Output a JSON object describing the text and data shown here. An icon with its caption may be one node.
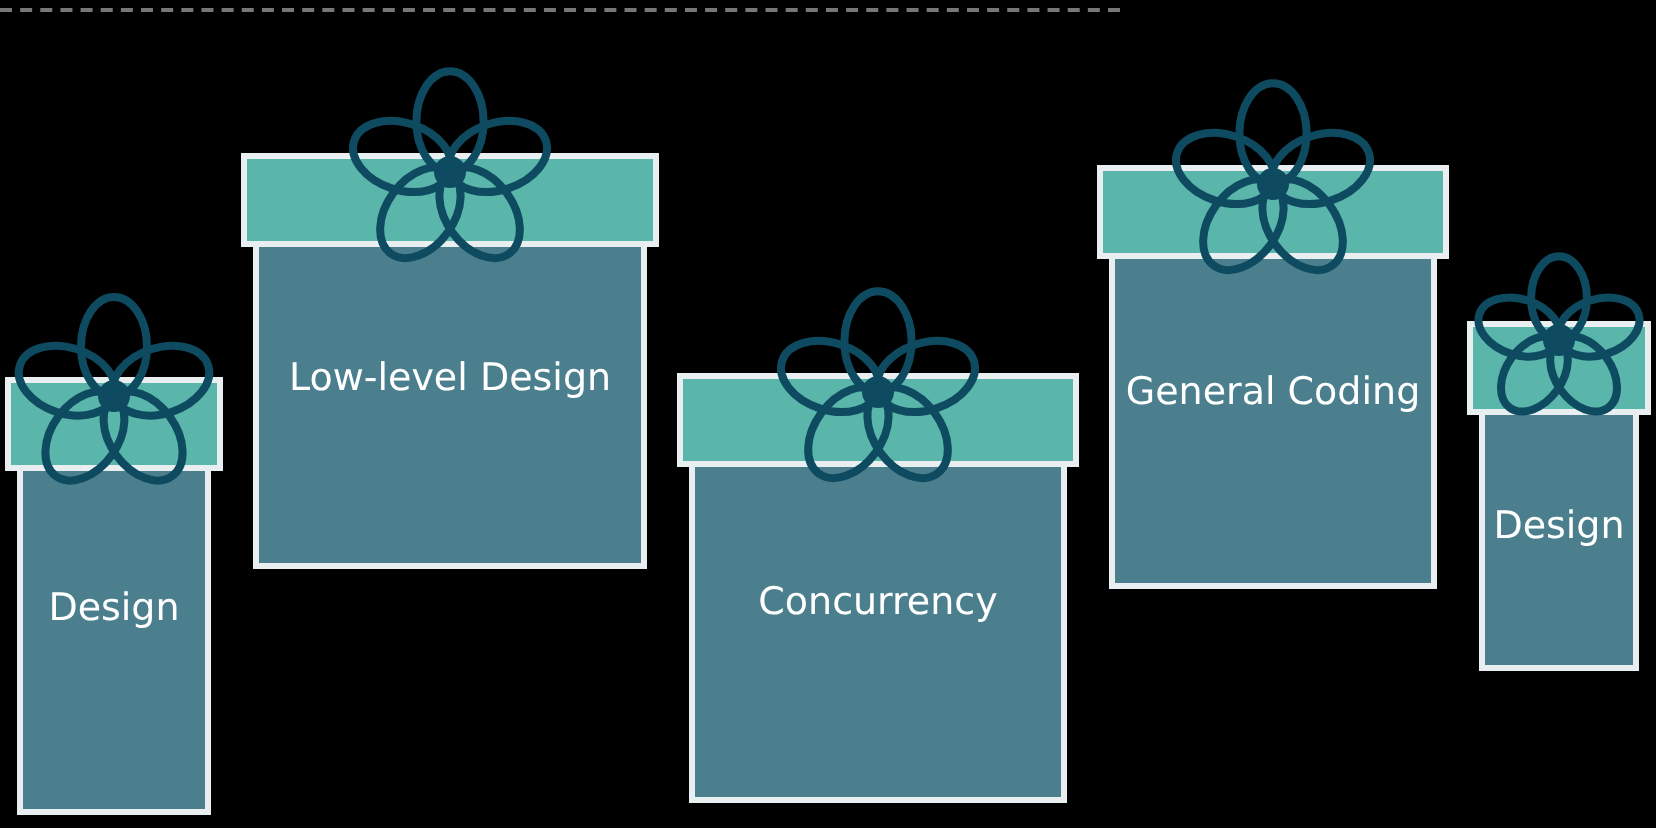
{
  "diagram": {
    "nodes": [
      {
        "text": [
          "Design"
        ]
      },
      {
        "text": [
          "Low-level Design"
        ]
      },
      {
        "text": [
          "Concurrency"
        ]
      },
      {
        "text": [
          "General Coding"
        ]
      },
      {
        "text": [
          "Design"
        ]
      }
    ]
  }
}
